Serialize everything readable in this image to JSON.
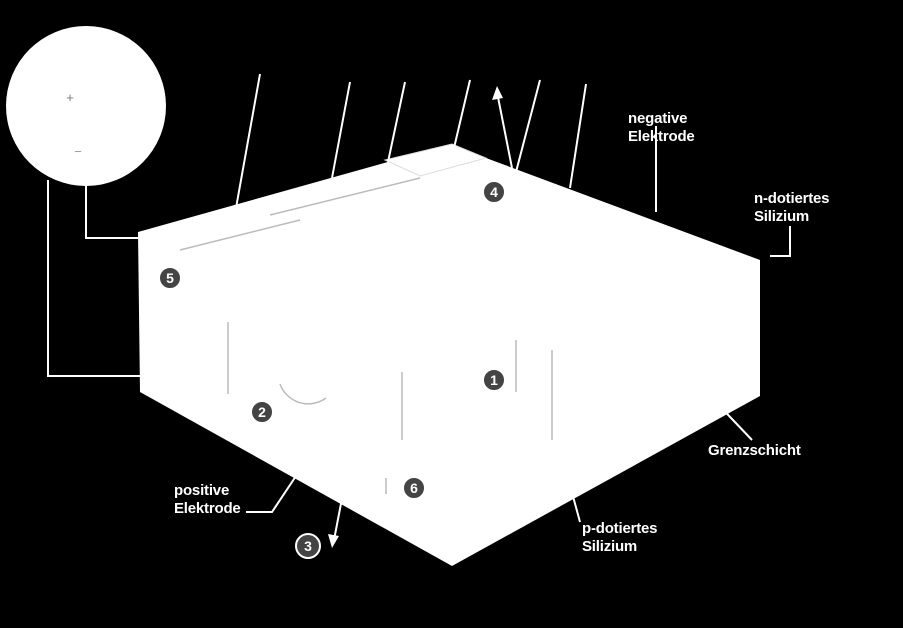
{
  "diagram": {
    "labels": {
      "negative_electrode": [
        "negative",
        "Elektrode"
      ],
      "n_doped": [
        "n-dotiertes",
        "Silizium"
      ],
      "boundary_layer": "Grenzschicht",
      "positive_electrode": [
        "positive",
        "Elektrode"
      ],
      "p_doped": [
        "p-dotiertes",
        "Silizium"
      ]
    },
    "markers": [
      "1",
      "2",
      "3",
      "4",
      "5",
      "6"
    ],
    "lamp_symbols": [
      "+",
      "−"
    ],
    "colors": {
      "background": "#000000",
      "foreground": "#ffffff",
      "marker_fill": "#444444"
    }
  }
}
